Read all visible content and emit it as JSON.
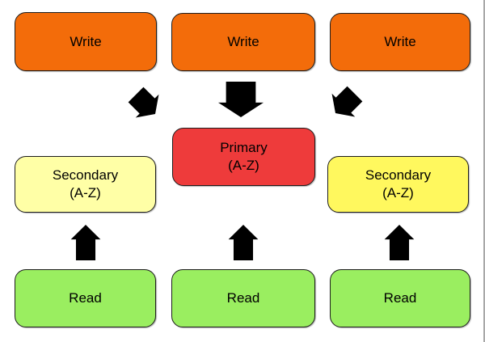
{
  "colors": {
    "write_fill": "#F36C0A",
    "primary_fill": "#EE3B3B",
    "secondary_left_fill": "#FFFFA6",
    "secondary_right_fill": "#FFF85E",
    "read_fill": "#9AEE60",
    "arrow": "#000000",
    "node_border": "#1C1C1C",
    "right_edge_line": "#A8A8A8"
  },
  "nodes": {
    "write_left": {
      "label": "Write"
    },
    "write_center": {
      "label": "Write"
    },
    "write_right": {
      "label": "Write"
    },
    "primary": {
      "label": "Primary\n(A-Z)"
    },
    "secondary_left": {
      "label": "Secondary\n(A-Z)"
    },
    "secondary_right": {
      "label": "Secondary\n(A-Z)"
    },
    "read_left": {
      "label": "Read"
    },
    "read_center": {
      "label": "Read"
    },
    "read_right": {
      "label": "Read"
    }
  },
  "arrows": {
    "write_left_to_primary": "block-arrow-down-right",
    "write_center_to_primary": "block-arrow-down",
    "write_right_to_primary": "block-arrow-down-left",
    "read_left_to_secondary": "block-arrow-up",
    "read_center_to_primary": "block-arrow-up",
    "read_right_to_secondary": "block-arrow-up"
  }
}
